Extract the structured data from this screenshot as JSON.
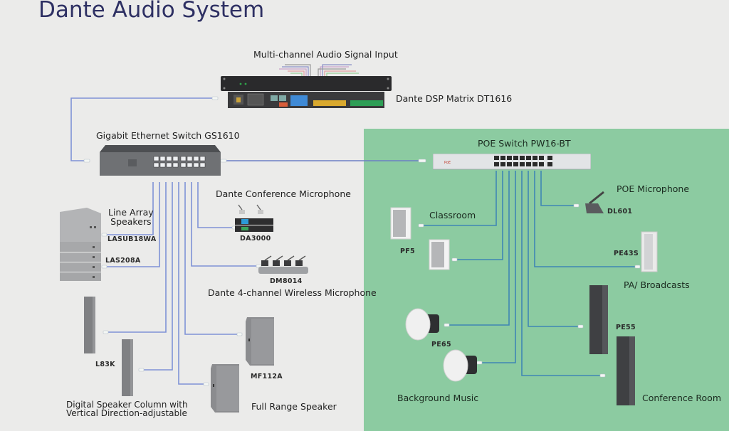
{
  "title": "Dante Audio System",
  "colors": {
    "background": "#ebebea",
    "poe_zone": "#8ccba1",
    "title": "#2e3063",
    "wire_left": "#7f92d6",
    "wire_right": "#3f86b4"
  },
  "source": {
    "label": "Multi-channel Audio Signal Input",
    "device_label": "Dante DSP Matrix DT1616"
  },
  "left_switch": {
    "label": "Gigabit Ethernet Switch GS1610"
  },
  "right_switch": {
    "label": "POE Switch PW16-BT"
  },
  "left_devices": {
    "line_array": {
      "label": "Line Array Speakers",
      "label_line1": "Line Array",
      "label_line2": "Speakers",
      "models": [
        "LASUB18WA",
        "LAS208A"
      ]
    },
    "conference_mic": {
      "label": "Dante Conference Microphone",
      "model": "DA3000"
    },
    "wireless_mic": {
      "label": "Dante 4-channel Wireless Microphone",
      "model": "DM8014"
    },
    "speaker_column": {
      "label_line1": "Digital Speaker Column with",
      "label_line2": "Vertical Direction-adjustable",
      "model": "L83K"
    },
    "full_range": {
      "label": "Full Range Speaker",
      "model": "MF112A"
    }
  },
  "right_devices": {
    "classroom": {
      "label": "Classroom",
      "model": "PF5"
    },
    "poe_mic": {
      "label": "POE Microphone",
      "model": "DL601"
    },
    "pa": {
      "label": "PA/ Broadcasts",
      "model": "PE43S"
    },
    "background_music": {
      "label": "Background Music",
      "model": "PE65"
    },
    "conference_room": {
      "label": "Conference Room",
      "model": "PE55"
    }
  }
}
